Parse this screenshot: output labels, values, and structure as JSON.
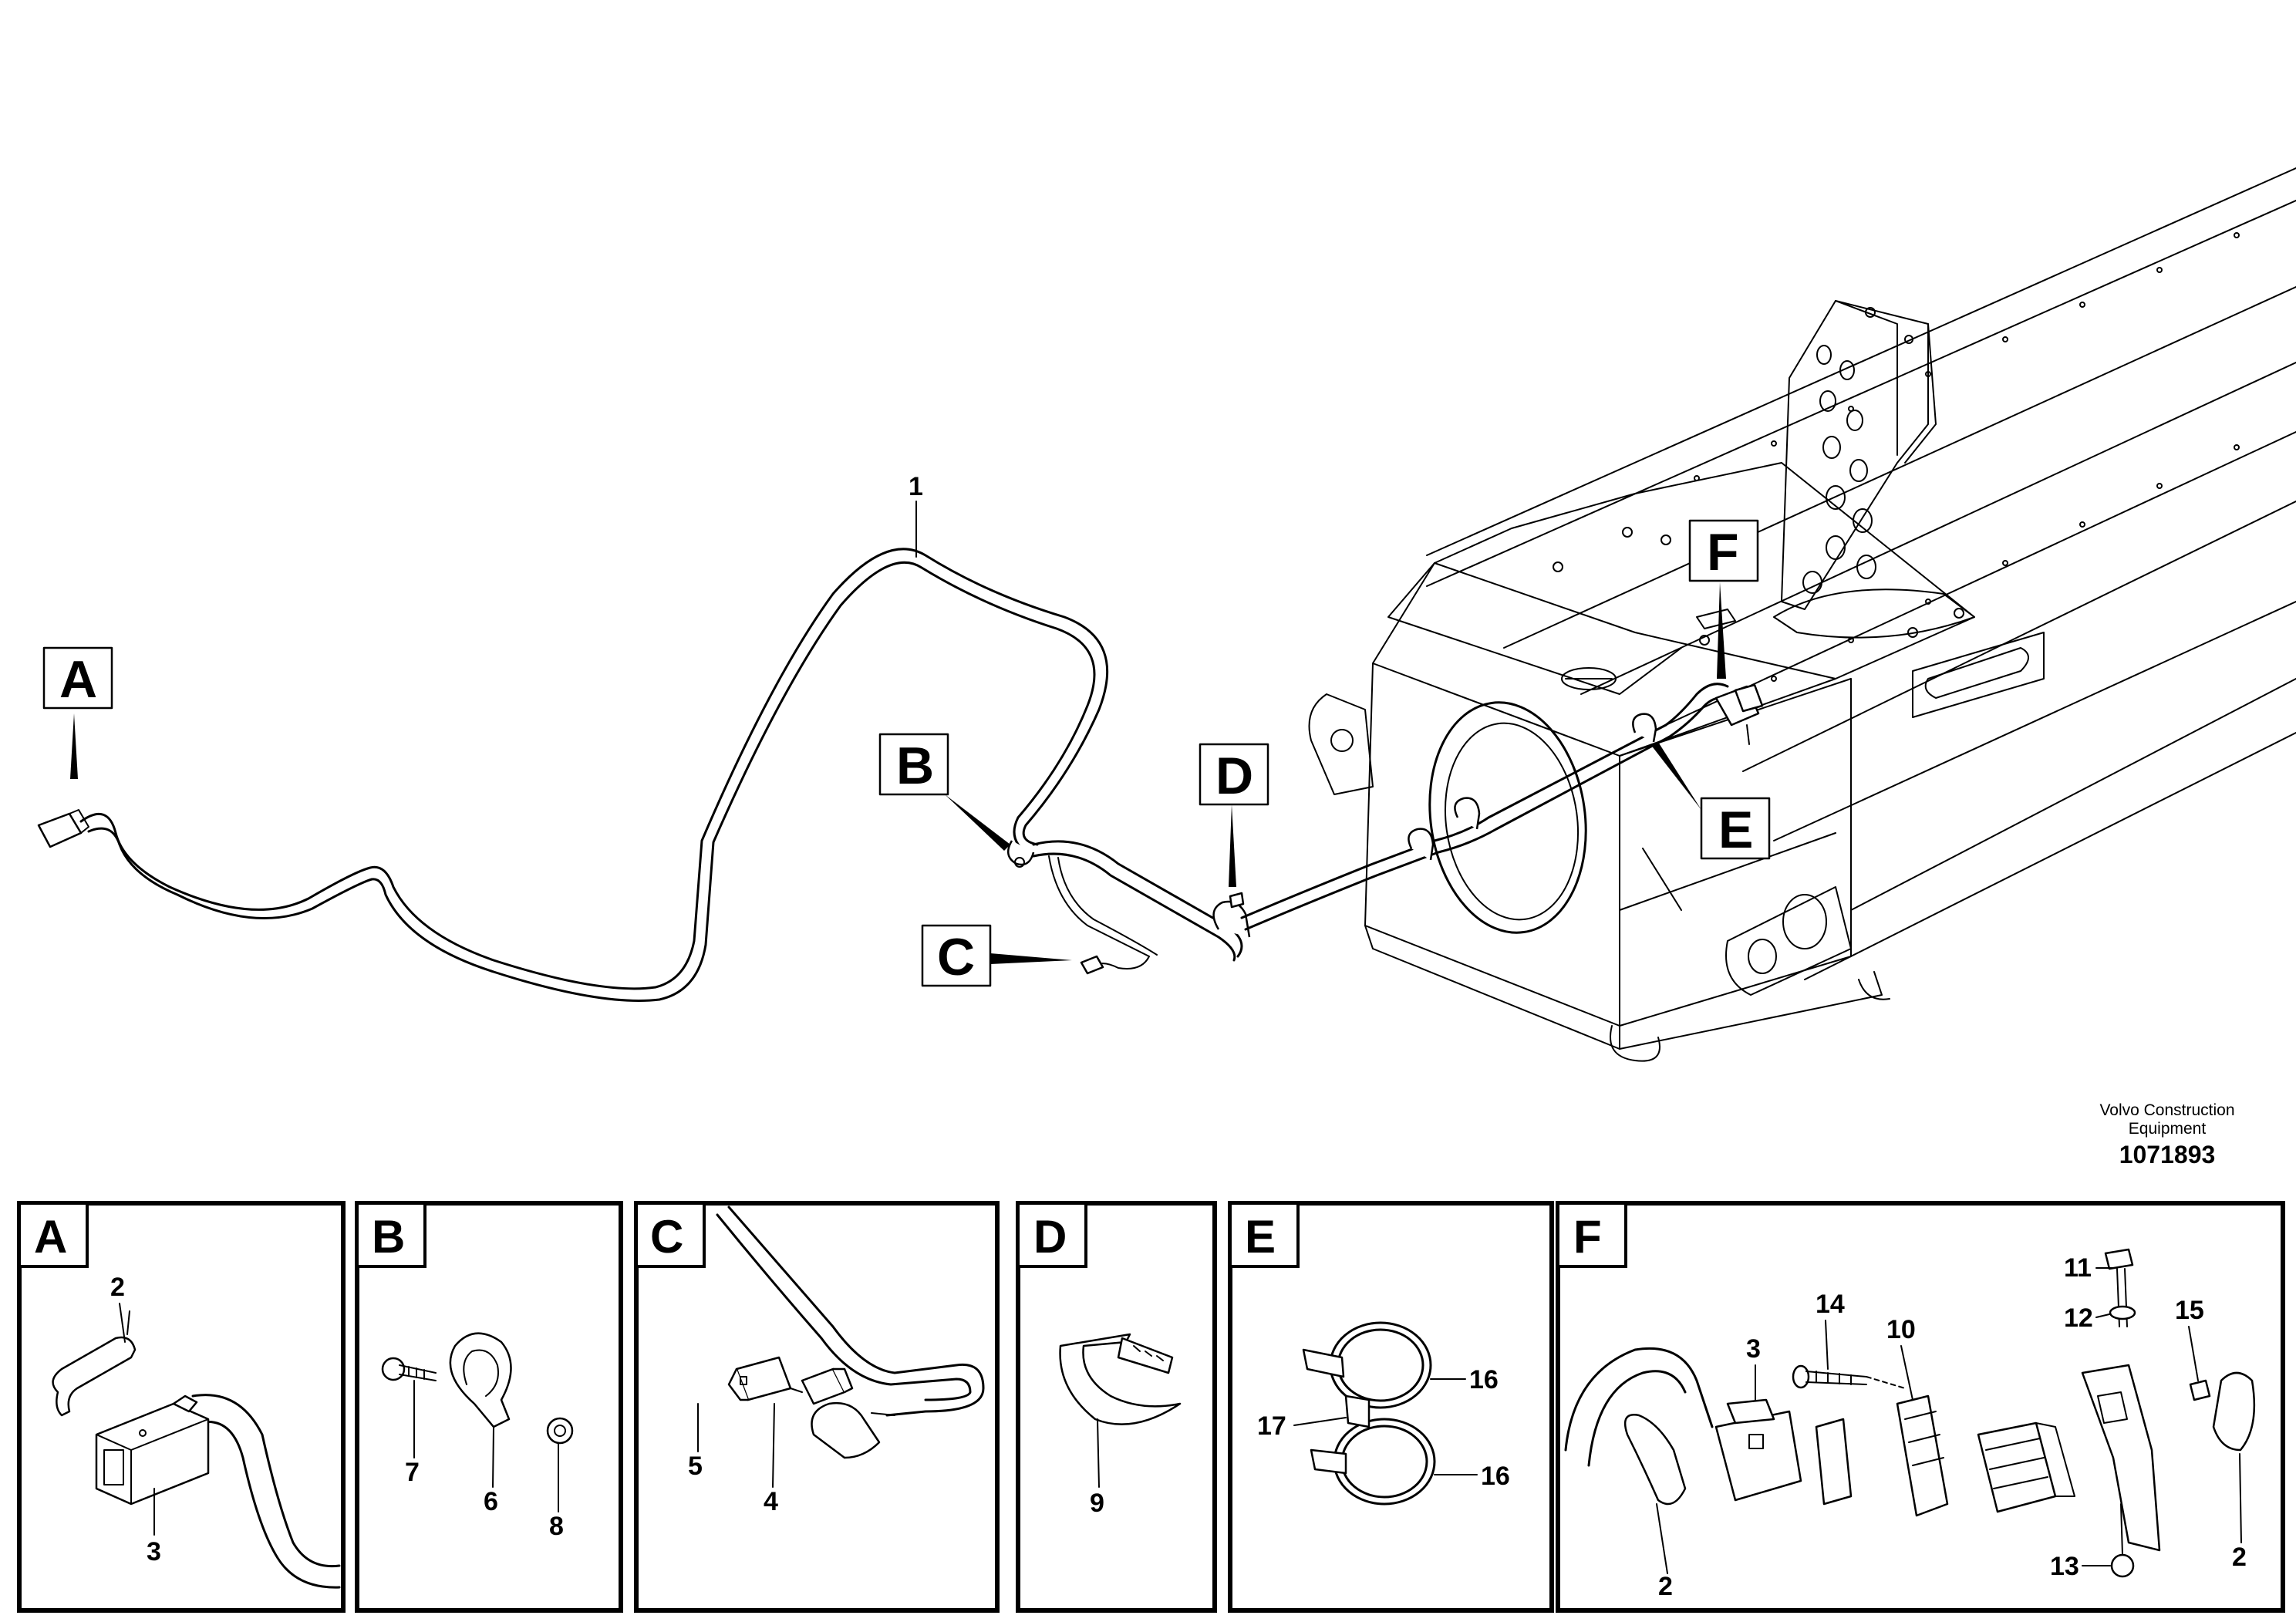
{
  "callouts": {
    "A": "A",
    "B": "B",
    "C": "C",
    "D": "D",
    "E": "E",
    "F": "F"
  },
  "part_numbers": {
    "main_harness": "1"
  },
  "publisher": {
    "line1": "Volvo Construction",
    "line2": "Equipment",
    "figure_number": "1071893"
  },
  "insets": {
    "A": {
      "letter": "A",
      "parts": [
        "2",
        "3"
      ]
    },
    "B": {
      "letter": "B",
      "parts": [
        "7",
        "6",
        "8"
      ]
    },
    "C": {
      "letter": "C",
      "parts": [
        "5",
        "4"
      ]
    },
    "D": {
      "letter": "D",
      "parts": [
        "9"
      ]
    },
    "E": {
      "letter": "E",
      "parts": [
        "16",
        "17",
        "16"
      ]
    },
    "F": {
      "letter": "F",
      "parts": [
        "14",
        "3",
        "10",
        "11",
        "12",
        "15",
        "2",
        "13",
        "2"
      ]
    }
  }
}
